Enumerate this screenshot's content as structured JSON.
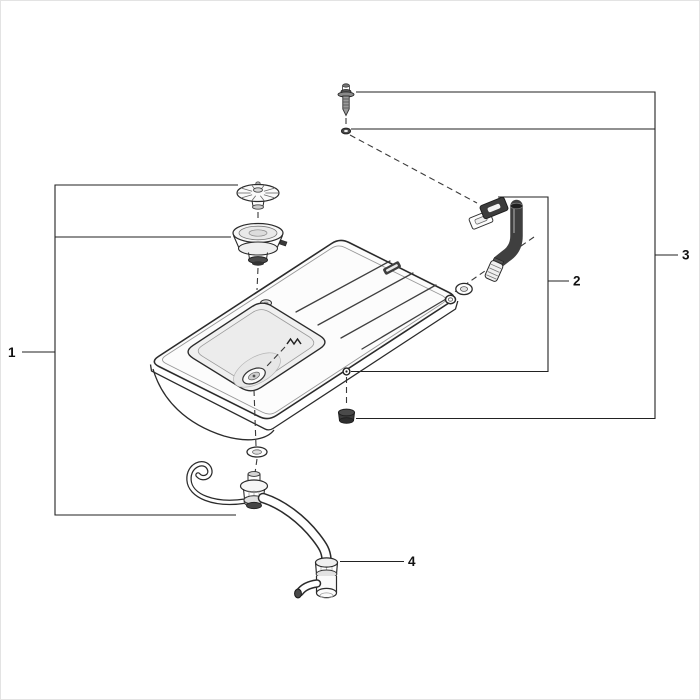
{
  "frame": {
    "background": "#ffffff",
    "border": "#e3e3e3"
  },
  "diagram": {
    "kind": "exploded-parts-diagram",
    "subject": "inset kitchen sink with strainer waste, overflow set and trap",
    "ink_color": "#2b2b2b",
    "dash_color": "#3a3a3a",
    "dark_part_color": "#3c3c3c",
    "callouts": [
      {
        "label": "1",
        "part": "sink-bowl-with-strainer-waste"
      },
      {
        "label": "2",
        "part": "overflow-connection-set"
      },
      {
        "label": "3",
        "part": "fixing-screw-washer-and-cap"
      },
      {
        "label": "4",
        "part": "tubular-trap-with-flexible-hose"
      }
    ]
  }
}
